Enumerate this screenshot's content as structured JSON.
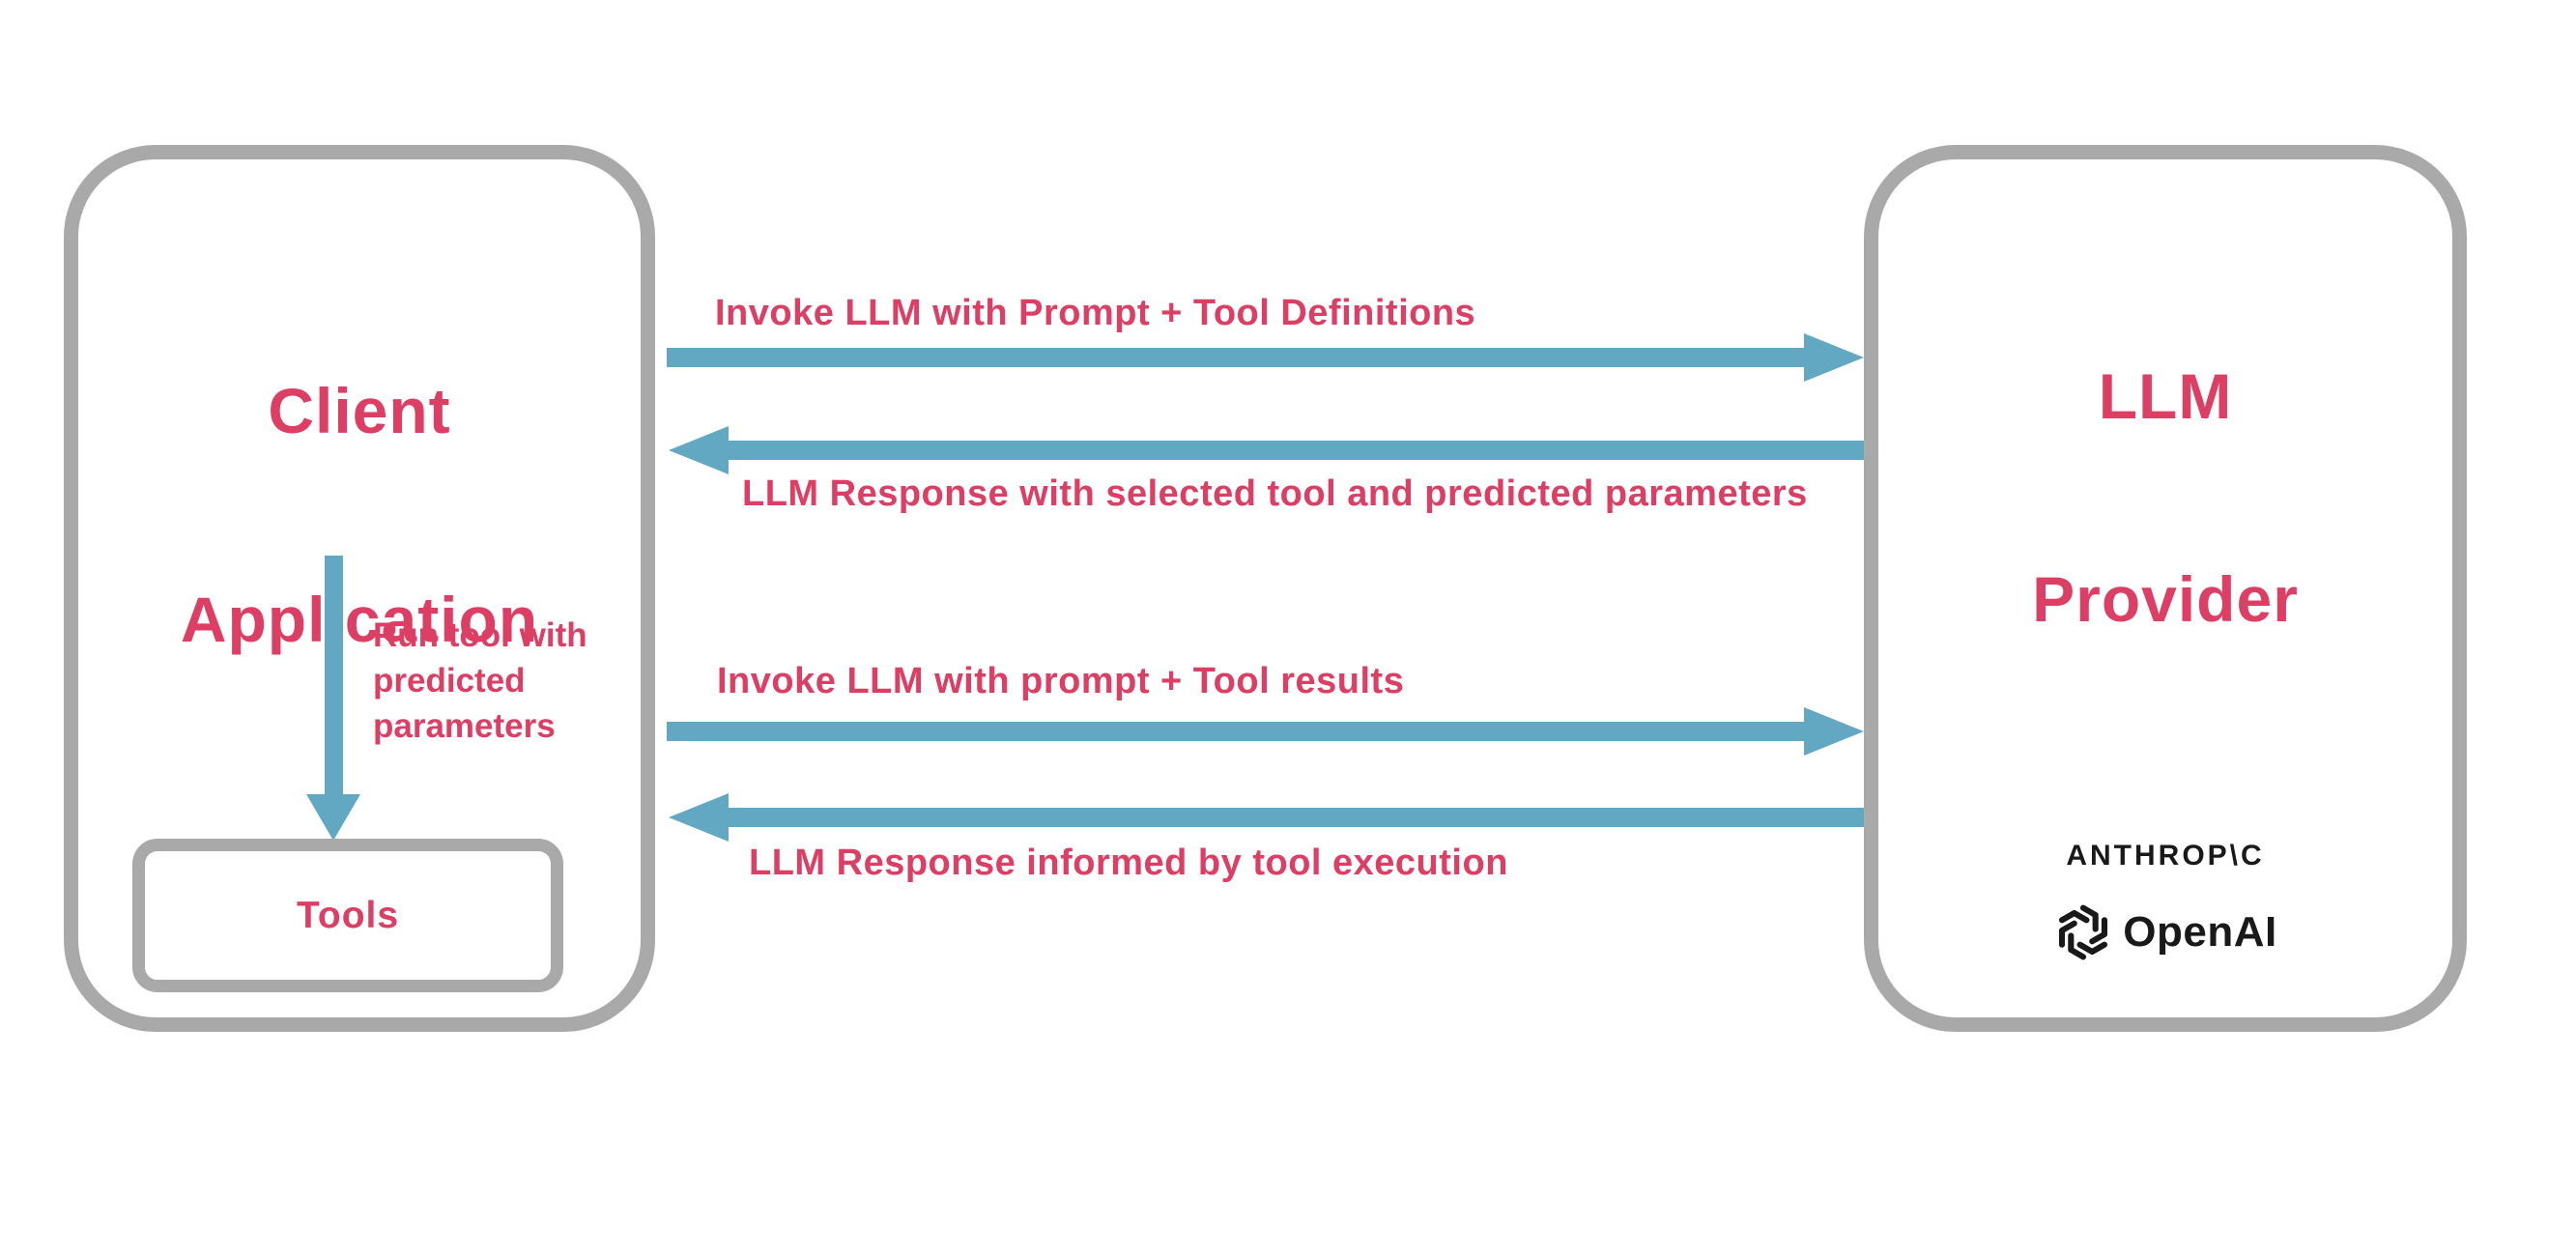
{
  "colors": {
    "pink": "#DC3E64",
    "blue": "#62A8C3",
    "gray": "#A9A9A9",
    "dark": "#191919",
    "bg": "#FFFFFF"
  },
  "client": {
    "title_line1": "Client",
    "title_line2": "Application",
    "run_tool_note": "Run tool with predicted parameters",
    "tools_label": "Tools"
  },
  "provider": {
    "title_line1": "LLM",
    "title_line2": "Provider",
    "anthropic_wordmark": "ANTHROP\\C",
    "openai_wordmark": "OpenAI"
  },
  "messages": [
    {
      "label": "Invoke LLM with Prompt + Tool Definitions",
      "direction": "right"
    },
    {
      "label": "LLM Response with selected tool and predicted parameters",
      "direction": "left"
    },
    {
      "label": "Invoke LLM with prompt + Tool results",
      "direction": "right"
    },
    {
      "label": "LLM Response informed by tool execution",
      "direction": "left"
    }
  ]
}
